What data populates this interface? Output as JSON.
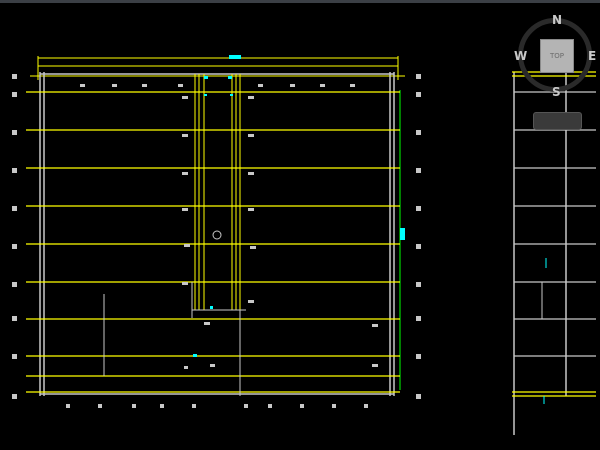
{
  "viewcube": {
    "north": "N",
    "south": "S",
    "east": "E",
    "west": "W",
    "face": "TOP"
  },
  "colors": {
    "background": "#000000",
    "grid_line": "#ffff00",
    "wall": "#c8c8c8",
    "accent": "#00ffff",
    "green": "#00ff00"
  },
  "icons": [
    "viewcube",
    "compass-ring",
    "wcs-menu"
  ]
}
